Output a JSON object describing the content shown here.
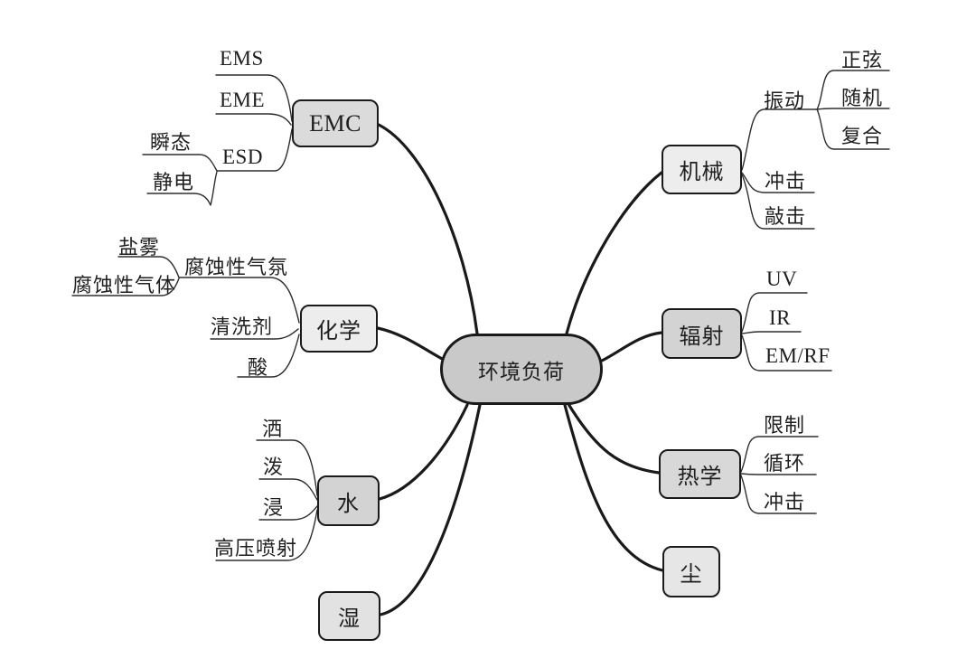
{
  "center": {
    "label": "环境负荷",
    "fill": "#c9c9c9"
  },
  "branches": {
    "emc": {
      "label": "EMC",
      "fill": "#dbdbdb",
      "children": {
        "ems": {
          "label": "EMS"
        },
        "eme": {
          "label": "EME"
        },
        "esd": {
          "label": "ESD",
          "children": {
            "shuntai": {
              "label": "瞬态"
            },
            "jingdian": {
              "label": "静电"
            }
          }
        }
      }
    },
    "huaxue": {
      "label": "化学",
      "fill": "#ededed",
      "children": {
        "fushiqifen": {
          "label": "腐蚀性气氛",
          "children": {
            "yanwu": {
              "label": "盐雾"
            },
            "fushiqiti": {
              "label": "腐蚀性气体"
            }
          }
        },
        "qingxiji": {
          "label": "清洗剂"
        },
        "suan": {
          "label": "酸"
        }
      }
    },
    "shui": {
      "label": "水",
      "fill": "#d3d3d3",
      "children": {
        "sa": {
          "label": "洒"
        },
        "po": {
          "label": "泼"
        },
        "jin": {
          "label": "浸"
        },
        "gaoya": {
          "label": "高压喷射"
        }
      }
    },
    "shi": {
      "label": "湿",
      "fill": "#e2e2e2"
    },
    "jixie": {
      "label": "机械",
      "fill": "#ededed",
      "children": {
        "zhendong": {
          "label": "振动",
          "children": {
            "zhengxian": {
              "label": "正弦"
            },
            "suiji": {
              "label": "随机"
            },
            "fuhe": {
              "label": "复合"
            }
          }
        },
        "chongji": {
          "label": "冲击"
        },
        "qiaoji": {
          "label": "敲击"
        }
      }
    },
    "fushe": {
      "label": "辐射",
      "fill": "#d3d3d3",
      "children": {
        "uv": {
          "label": "UV"
        },
        "ir": {
          "label": "IR"
        },
        "emrf": {
          "label": "EM/RF"
        }
      }
    },
    "rexue": {
      "label": "热学",
      "fill": "#d8d8d8",
      "children": {
        "xianzhi": {
          "label": "限制"
        },
        "xunhuan": {
          "label": "循环"
        },
        "chongji": {
          "label": "冲击"
        }
      }
    },
    "chen": {
      "label": "尘",
      "fill": "#e6e6e6"
    }
  },
  "colors": {
    "background": "#ffffff",
    "main_line": "#1a1a1a",
    "sub_line": "#2e2e2e",
    "node_border": "#1a1a1a",
    "text": "#1f1f1f"
  }
}
